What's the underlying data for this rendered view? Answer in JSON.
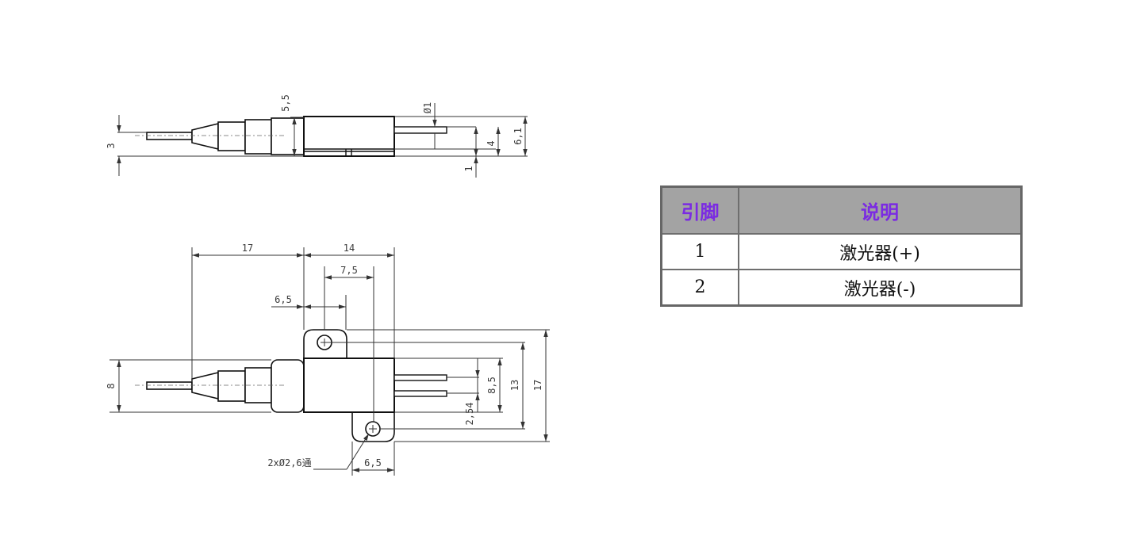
{
  "top_view": {
    "dims": {
      "body_height": "5,5",
      "pin_diameter": "Ø1",
      "fiber_height": "3",
      "pin_offset": "4",
      "total_height": "6,1",
      "base_thickness": "1"
    }
  },
  "front_view": {
    "dims": {
      "fiber_length": "17",
      "body_length": "14",
      "pin_span": "7,5",
      "tab_offset": "6,5",
      "sleeve_diameter": "8",
      "pin_group": "8,5",
      "mount_height": "13",
      "overall_height": "17",
      "pin_pitch": "2,54",
      "hole_note": "2xØ2,6通",
      "bottom_tab_offset": "6,5"
    }
  },
  "pin_table": {
    "headers": [
      "引脚",
      "说明"
    ],
    "rows": [
      {
        "pin": "1",
        "desc": "激光器(+)"
      },
      {
        "pin": "2",
        "desc": "激光器(-)"
      }
    ]
  },
  "colors": {
    "header_bg": "#a3a3a3",
    "header_text": "#7b2be2",
    "border": "#666666",
    "line": "#111111"
  }
}
